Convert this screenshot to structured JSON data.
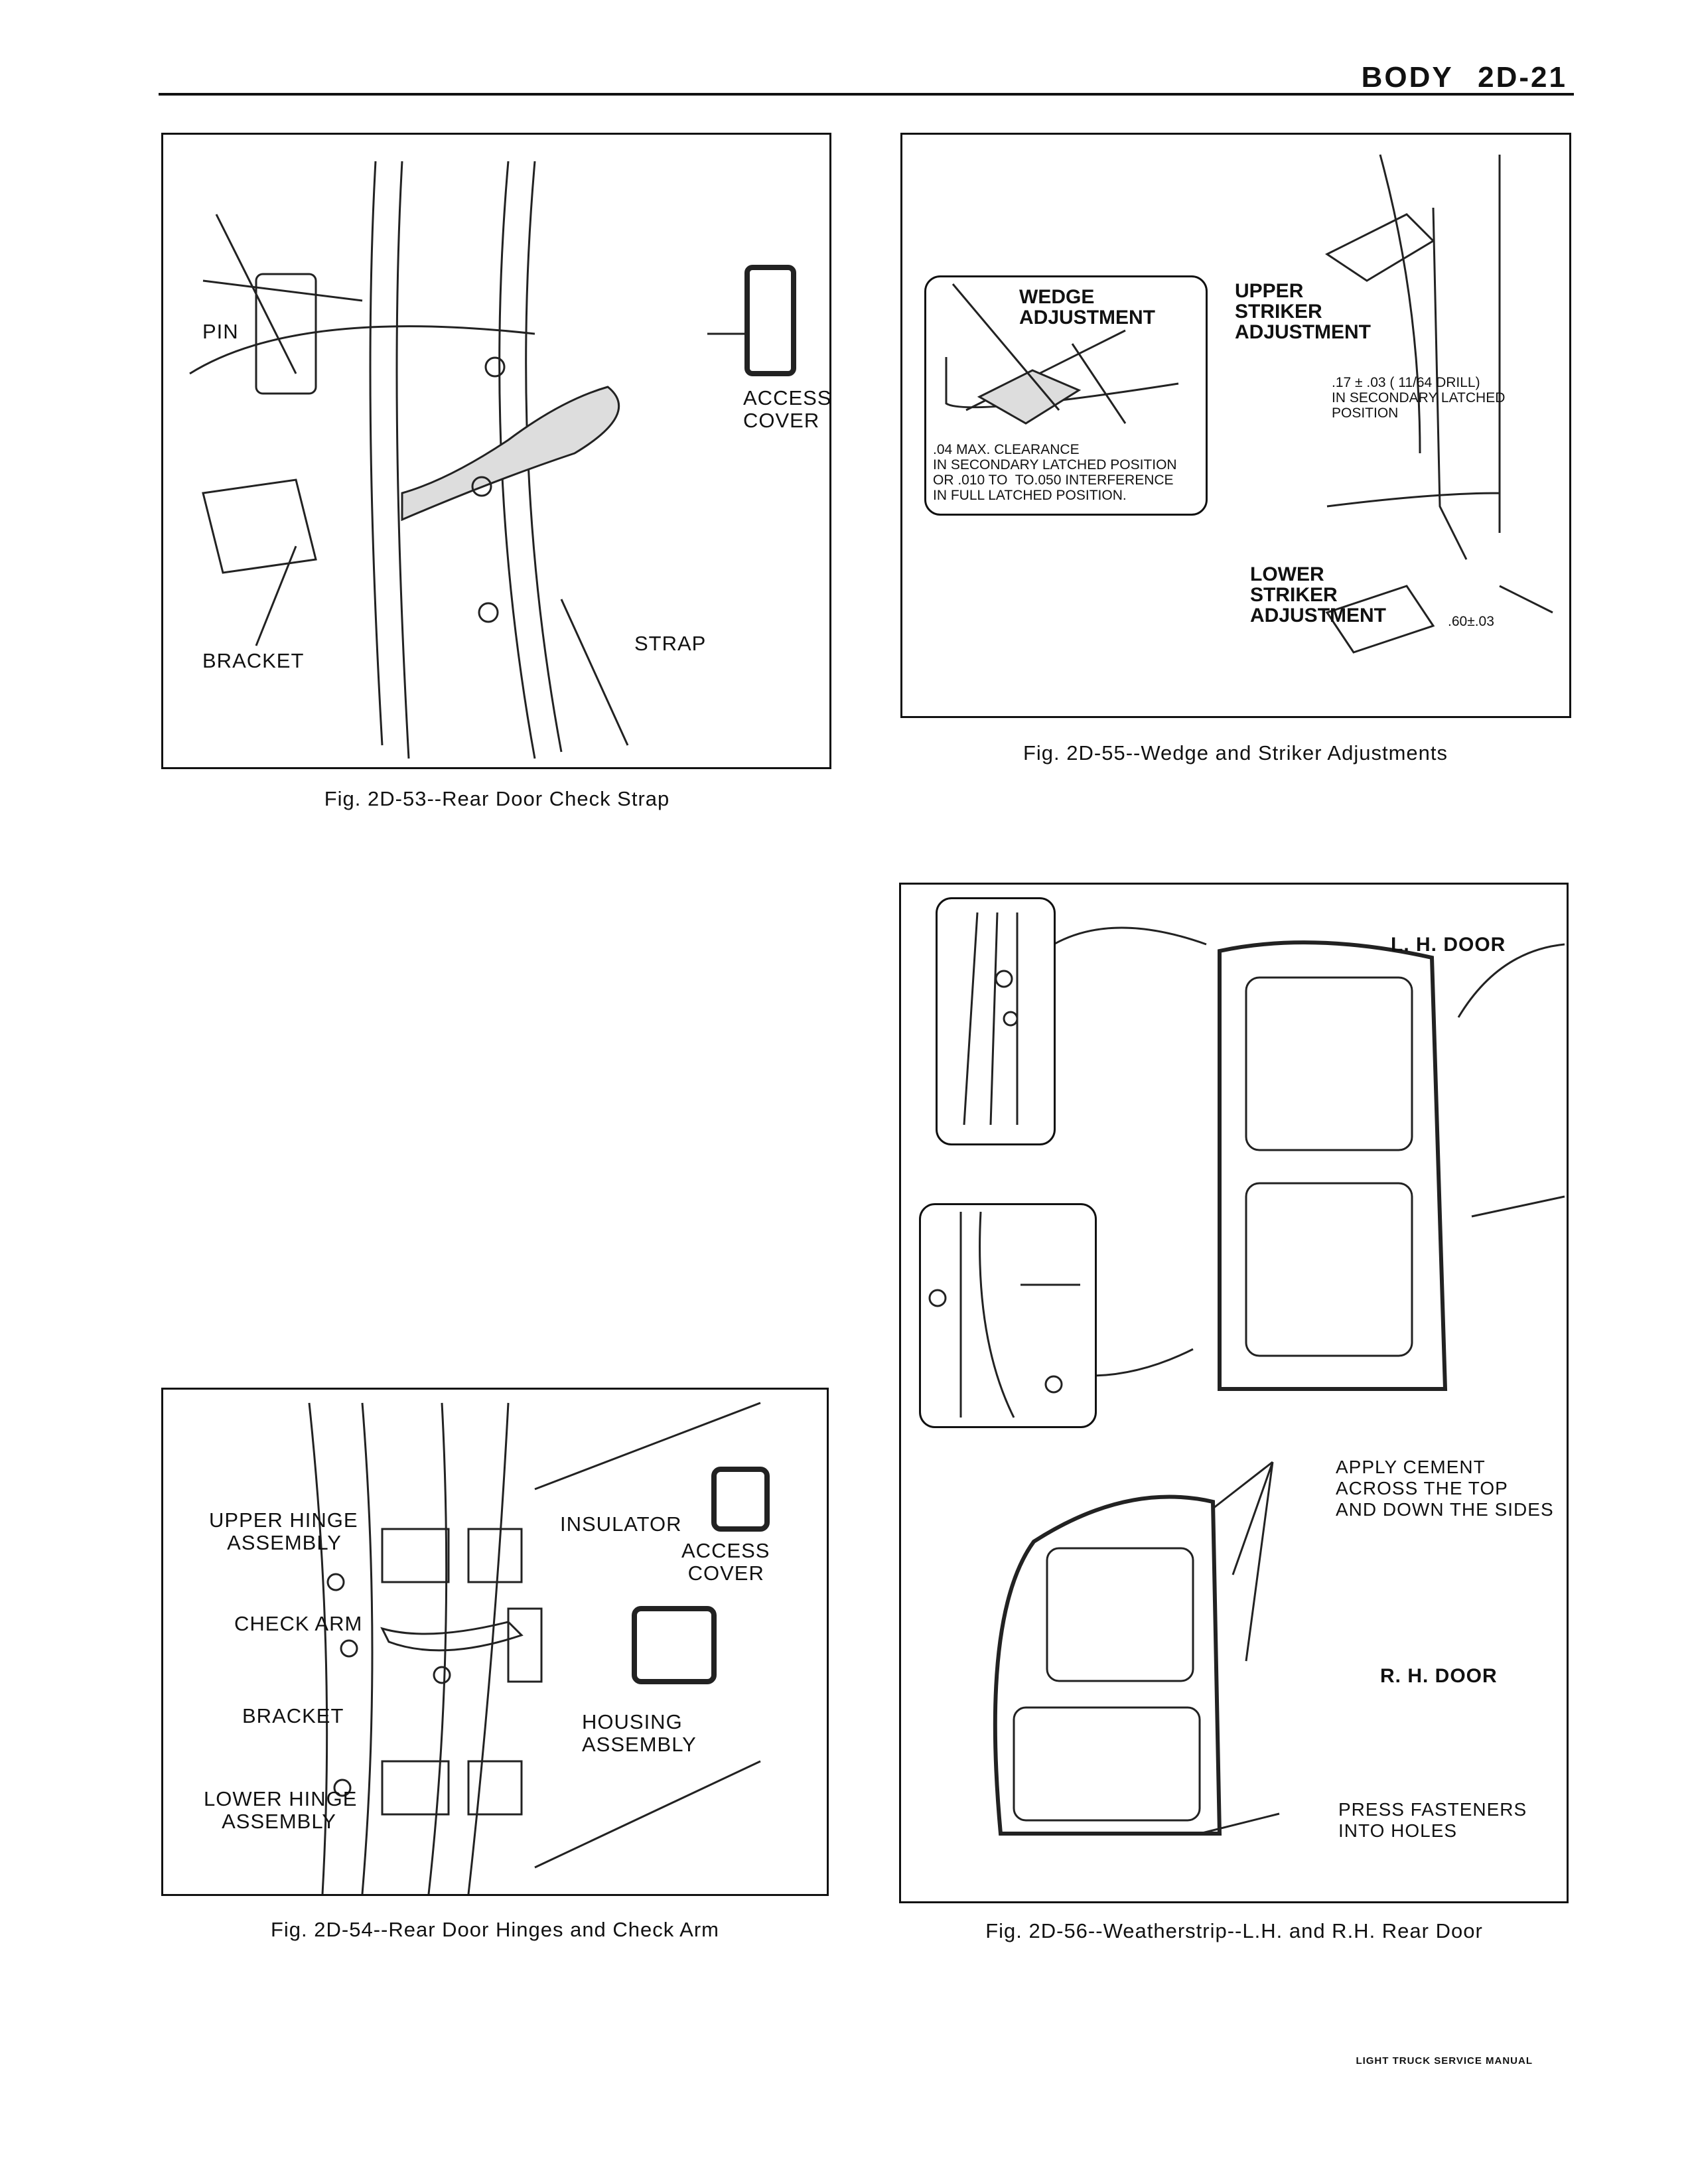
{
  "header": {
    "section": "BODY",
    "page": "2D-21"
  },
  "figures": {
    "fig53": {
      "caption": "Fig. 2D-53--Rear Door Check Strap",
      "labels": {
        "pin": "PIN",
        "access_cover": "ACCESS\nCOVER",
        "strap": "STRAP",
        "bracket": "BRACKET"
      }
    },
    "fig55": {
      "caption": "Fig. 2D-55--Wedge and Striker Adjustments",
      "labels": {
        "wedge": "WEDGE\nADJUSTMENT",
        "upper_striker": "UPPER\nSTRIKER\nADJUSTMENT",
        "upper_spec": ".17 ± .03 ( 11/64 DRILL)\nIN SECONDARY LATCHED\nPOSITION",
        "wedge_spec": ".04 MAX. CLEARANCE\nIN SECONDARY LATCHED POSITION\nOR .010 TO  TO.050 INTERFERENCE\nIN FULL LATCHED POSITION.",
        "lower_striker": "LOWER\nSTRIKER\nADJUSTMENT",
        "lower_spec": ".60±.03"
      }
    },
    "fig54": {
      "caption": "Fig. 2D-54--Rear Door Hinges and Check Arm",
      "labels": {
        "upper_hinge": "UPPER HINGE\n   ASSEMBLY",
        "insulator": "INSULATOR",
        "access_cover": "ACCESS\n COVER",
        "check_arm": "CHECK ARM",
        "bracket": "BRACKET",
        "housing": "HOUSING\nASSEMBLY",
        "lower_hinge": "LOWER HINGE\n   ASSEMBLY"
      }
    },
    "fig56": {
      "caption": "Fig. 2D-56--Weatherstrip--L.H. and R.H. Rear Door",
      "labels": {
        "lh_door": "L. H. DOOR",
        "apply_cement": "APPLY CEMENT\nACROSS THE TOP\nAND DOWN THE SIDES",
        "rh_door": "R. H. DOOR",
        "press_fasteners": "PRESS FASTENERS\nINTO HOLES"
      }
    }
  },
  "footer": "LIGHT TRUCK SERVICE MANUAL"
}
